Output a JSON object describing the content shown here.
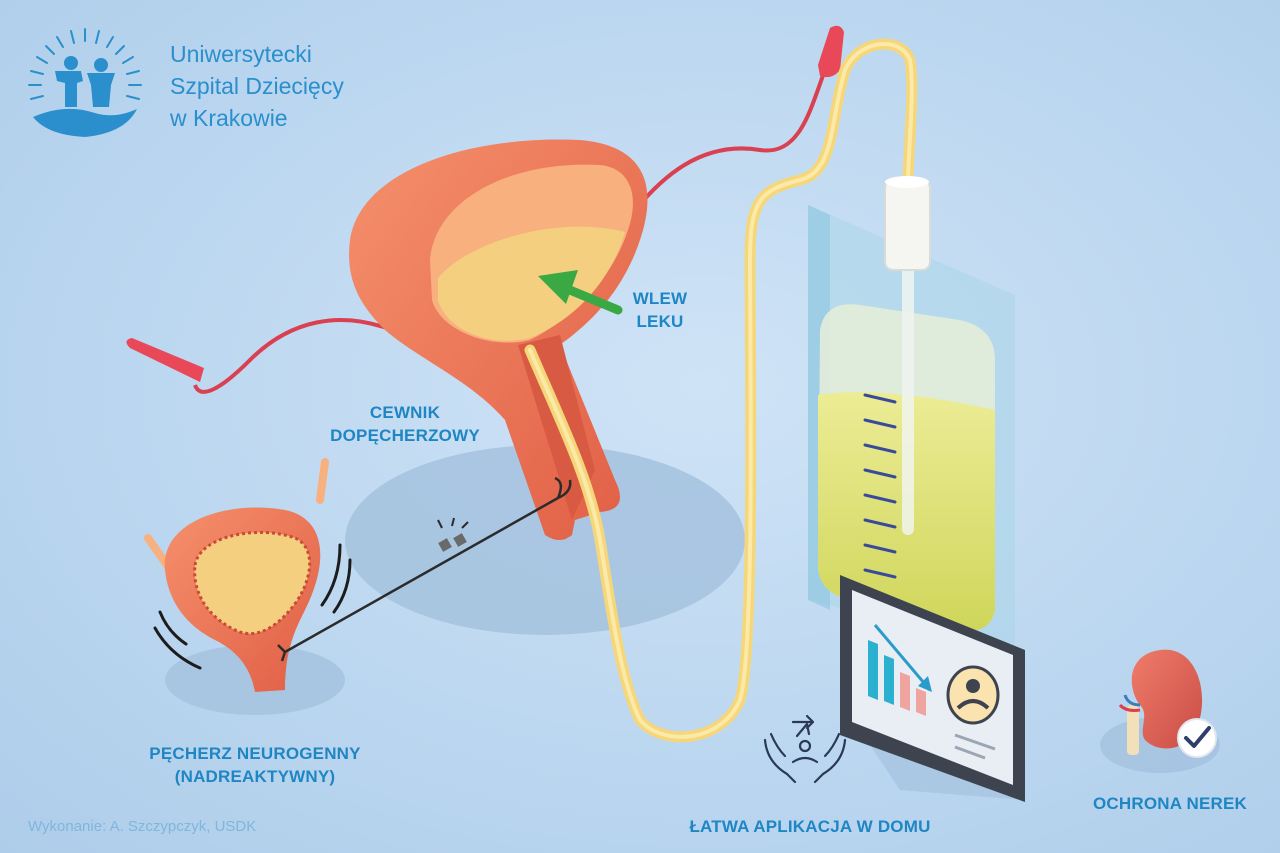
{
  "logo": {
    "name_line1": "Uniwersytecki",
    "name_line2": "Szpital Dziecięcy",
    "name_line3": "w Krakowie"
  },
  "labels": {
    "infusion_line1": "WLEW",
    "infusion_line2": "LEKU",
    "catheter_line1": "CEWNIK",
    "catheter_line2": "DOPĘCHERZOWY",
    "neurogenic_line1": "PĘCHERZ NEUROGENNY",
    "neurogenic_line2": "(NADREAKTYWNY)",
    "home_application": "ŁATWA APLIKACJA W DOMU",
    "kidney_protection": "OCHRONA NEREK"
  },
  "credit": "Wykonanie: A. Szczypczyk, USDK",
  "icons": [
    "hospital-logo-icon",
    "arrow-icon",
    "bladder-icon",
    "catheter-icon",
    "infusion-bag-icon",
    "monitor-icon",
    "caring-hands-icon",
    "kidney-icon",
    "checkmark-icon"
  ],
  "colors": {
    "background": "#bcd7f0",
    "label": "#1f86c4",
    "bladder": "#ec7a5c",
    "tube": "#f5d77a",
    "arrow": "#3aa843",
    "ureter": "#d94050",
    "liquid": "#e8e27e"
  }
}
